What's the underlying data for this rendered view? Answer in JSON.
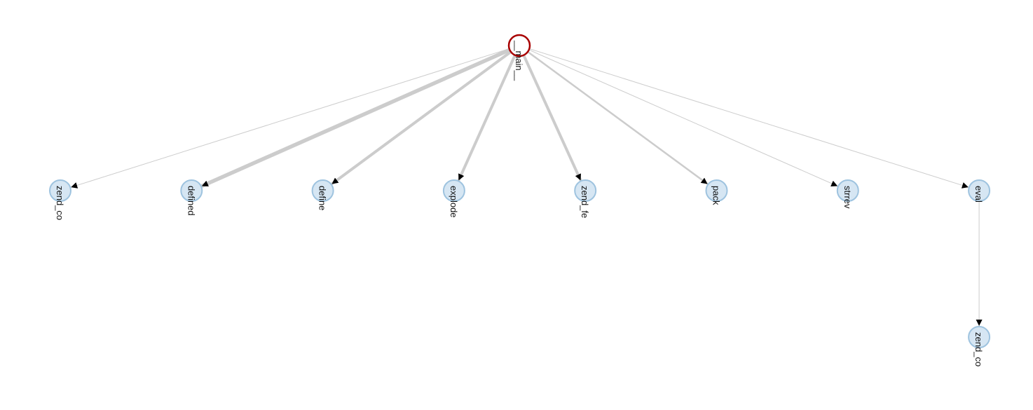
{
  "graph": {
    "root": {
      "id": "main",
      "label": "__main__"
    },
    "nodes": [
      {
        "id": "zend_co_1",
        "label": "zend_co"
      },
      {
        "id": "defined",
        "label": "defined"
      },
      {
        "id": "define",
        "label": "define"
      },
      {
        "id": "explode",
        "label": "explode"
      },
      {
        "id": "zend_fe",
        "label": "zend_fe"
      },
      {
        "id": "pack",
        "label": "pack"
      },
      {
        "id": "strrev",
        "label": "strrev"
      },
      {
        "id": "eval",
        "label": "eval"
      },
      {
        "id": "zend_co_2",
        "label": "zend_co"
      }
    ],
    "edges": [
      {
        "from": "main",
        "to": "zend_co_1",
        "weight": 1
      },
      {
        "from": "main",
        "to": "defined",
        "weight": 4
      },
      {
        "from": "main",
        "to": "define",
        "weight": 3
      },
      {
        "from": "main",
        "to": "explode",
        "weight": 3
      },
      {
        "from": "main",
        "to": "zend_fe",
        "weight": 3
      },
      {
        "from": "main",
        "to": "pack",
        "weight": 2
      },
      {
        "from": "main",
        "to": "strrev",
        "weight": 1
      },
      {
        "from": "main",
        "to": "eval",
        "weight": 1
      },
      {
        "from": "eval",
        "to": "zend_co_2",
        "weight": 1
      }
    ]
  },
  "colors": {
    "edge": "#cccccc",
    "arrow": "#000000",
    "root_stroke": "#a80000",
    "node_fill": "#d6e6f3",
    "node_stroke": "#9ec3df",
    "label": "#111111"
  }
}
